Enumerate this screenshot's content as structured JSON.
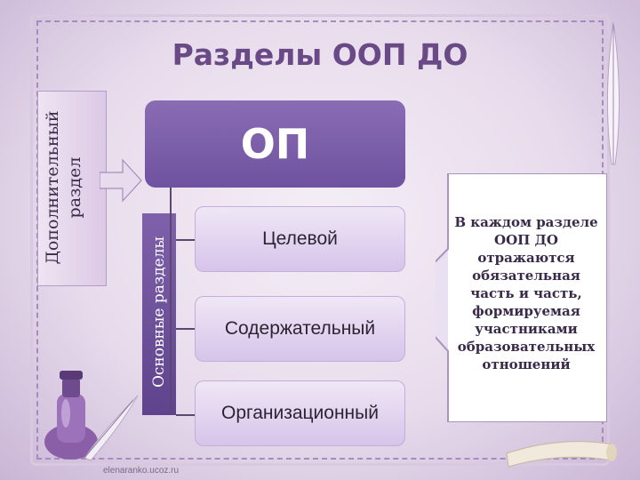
{
  "slide": {
    "title": "Разделы ООП ДО",
    "additional_section": "Дополнительный раздел",
    "main_sections_label": "Основные разделы",
    "op_label": "ОП",
    "sections": [
      "Целевой",
      "Содержательный",
      "Организационный"
    ],
    "note": "В каждом разделе ООП ДО отражаются обязательная часть и часть, формируемая участниками образовательных отношений",
    "footer": "elenaranko.ucoz.ru"
  },
  "colors": {
    "title": "#6a4a86",
    "op_box": "#7a5da8",
    "section_box": "#e2d3f0",
    "frame": "#b8a6c8"
  }
}
